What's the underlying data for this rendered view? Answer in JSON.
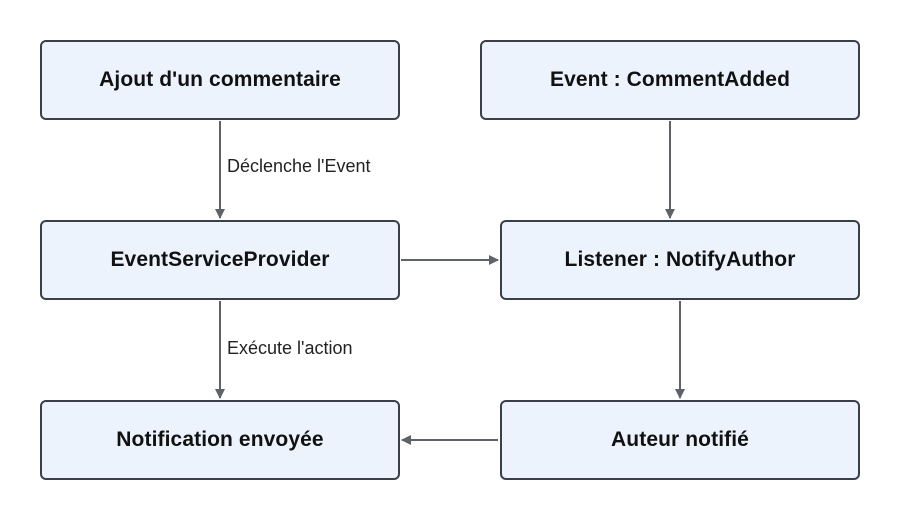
{
  "colors": {
    "node_fill": "#edf3fd",
    "node_border": "#3a3f4a",
    "edge": "#5f6368"
  },
  "nodes": {
    "ajout": "Ajout d'un commentaire",
    "event": "Event : CommentAdded",
    "provider": "EventServiceProvider",
    "listener": "Listener : NotifyAuthor",
    "notification": "Notification envoyée",
    "auteur": "Auteur notifié"
  },
  "edges": {
    "declenche": "Déclenche l'Event",
    "execute": "Exécute l'action"
  }
}
